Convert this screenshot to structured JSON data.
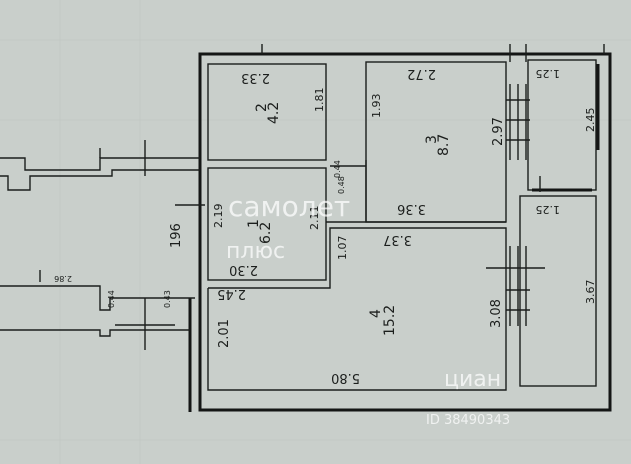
{
  "rooms": [
    {
      "id": "room-2",
      "number": "2",
      "area": "4.2",
      "width": "2.33",
      "height": "1.81"
    },
    {
      "id": "room-3",
      "number": "3",
      "area": "8.7",
      "width": "2.72",
      "height": "2.97",
      "extra": "1.93"
    },
    {
      "id": "room-1",
      "number": "1",
      "area": "6.2",
      "width_top": "2.19",
      "width_bottom": "2.30",
      "height": "2.11"
    },
    {
      "id": "room-4",
      "number": "4",
      "area": "15.2",
      "width_top": "2.45",
      "width_bottom": "5.80",
      "height_left": "2.01",
      "height_right": "3.08"
    },
    {
      "id": "room-balcony-top",
      "width": "1.25",
      "height": "2.45"
    },
    {
      "id": "room-balcony-bottom",
      "width": "1.25",
      "height": "3.67"
    }
  ],
  "dimensions": {
    "corridor_height": "196",
    "room3_bottom": "3.36",
    "room4_top": "3.37",
    "room4_step": "1.07",
    "small_044": "0.44",
    "small_048": "0.48",
    "small_043": "0.43",
    "small_044b": "0.44",
    "left_286": "2.86"
  },
  "watermark": {
    "brand_line1": "самолет",
    "brand_line2": "плюс",
    "cian": "циан",
    "id_text": "ID 38490343"
  }
}
